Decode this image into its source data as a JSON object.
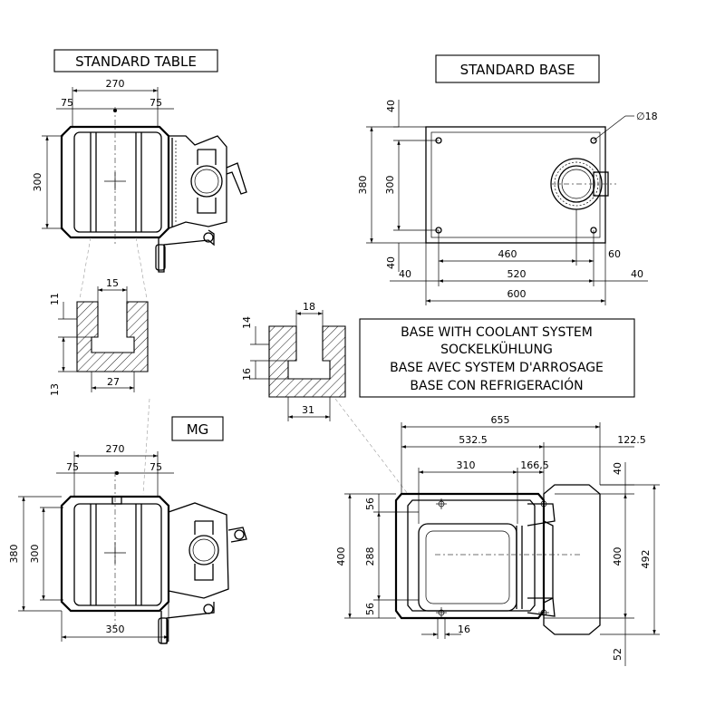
{
  "labels": {
    "standard_table": "STANDARD TABLE",
    "standard_base": "STANDARD BASE",
    "mg": "MG",
    "coolant_en": "BASE WITH COOLANT SYSTEM",
    "coolant_de": "SOCKELKÜHLUNG",
    "coolant_fr": "BASE AVEC SYSTEM D'ARROSAGE",
    "coolant_es": "BASE CON  REFRIGERACIÓN"
  },
  "table": {
    "d270": "270",
    "d75a": "75",
    "d75b": "75",
    "d300": "300"
  },
  "slot_small": {
    "d15": "15",
    "d11": "11",
    "d13": "13",
    "d27": "27"
  },
  "slot_large": {
    "d18": "18",
    "d14": "14",
    "d16": "16",
    "d31": "31"
  },
  "mg": {
    "d270": "270",
    "d75a": "75",
    "d75b": "75",
    "d380": "380",
    "d300": "300",
    "d350": "350"
  },
  "base": {
    "d40top": "40",
    "d18": "∅18",
    "d380": "380",
    "d300": "300",
    "d460": "460",
    "d60": "60",
    "d40left": "40",
    "d40bot": "40",
    "d520": "520",
    "d40right": "40",
    "d600": "600"
  },
  "coolant": {
    "d655": "655",
    "d532": "532.5",
    "d122": "122.5",
    "d310": "310",
    "d166": "166,5",
    "d40": "40",
    "d56a": "56",
    "d288": "288",
    "d56b": "56",
    "d400l": "400",
    "d400r": "400",
    "d492": "492",
    "d16": "16",
    "d52": "52"
  }
}
